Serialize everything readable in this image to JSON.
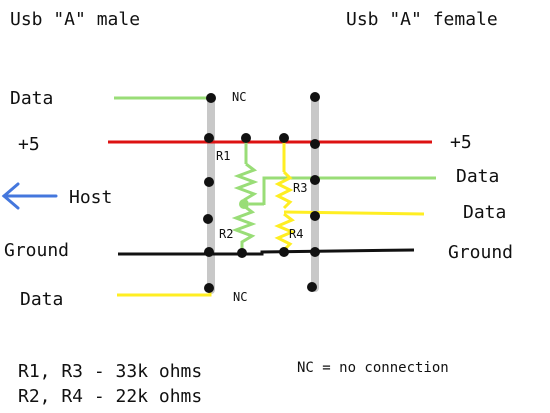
{
  "labels": {
    "left_header": "Usb \"A\" male",
    "right_header": "Usb \"A\" female",
    "data_left_top": "Data",
    "plus5_left": "+5",
    "host": "Host",
    "ground_left": "Ground",
    "data_left_bottom": "Data",
    "nc_top": "NC",
    "nc_bottom": "NC",
    "plus5_right": "+5",
    "data_right_1": "Data",
    "data_right_2": "Data",
    "ground_right": "Ground",
    "r1": "R1",
    "r2": "R2",
    "r3": "R3",
    "r4": "R4",
    "legend_line1": "R1, R3 - 33k ohms",
    "legend_line2": "R2, R4 - 22k ohms",
    "nc_legend": "NC = no connection"
  },
  "colors": {
    "data_green": "#99dd77",
    "data_yellow": "#ffee22",
    "power_red": "#dd1111",
    "ground_black": "#111111",
    "host_arrow_blue": "#4477dd",
    "pin_bar_gray": "#c8c8c8"
  },
  "icons": {
    "host_arrow": "left-arrow-icon"
  }
}
